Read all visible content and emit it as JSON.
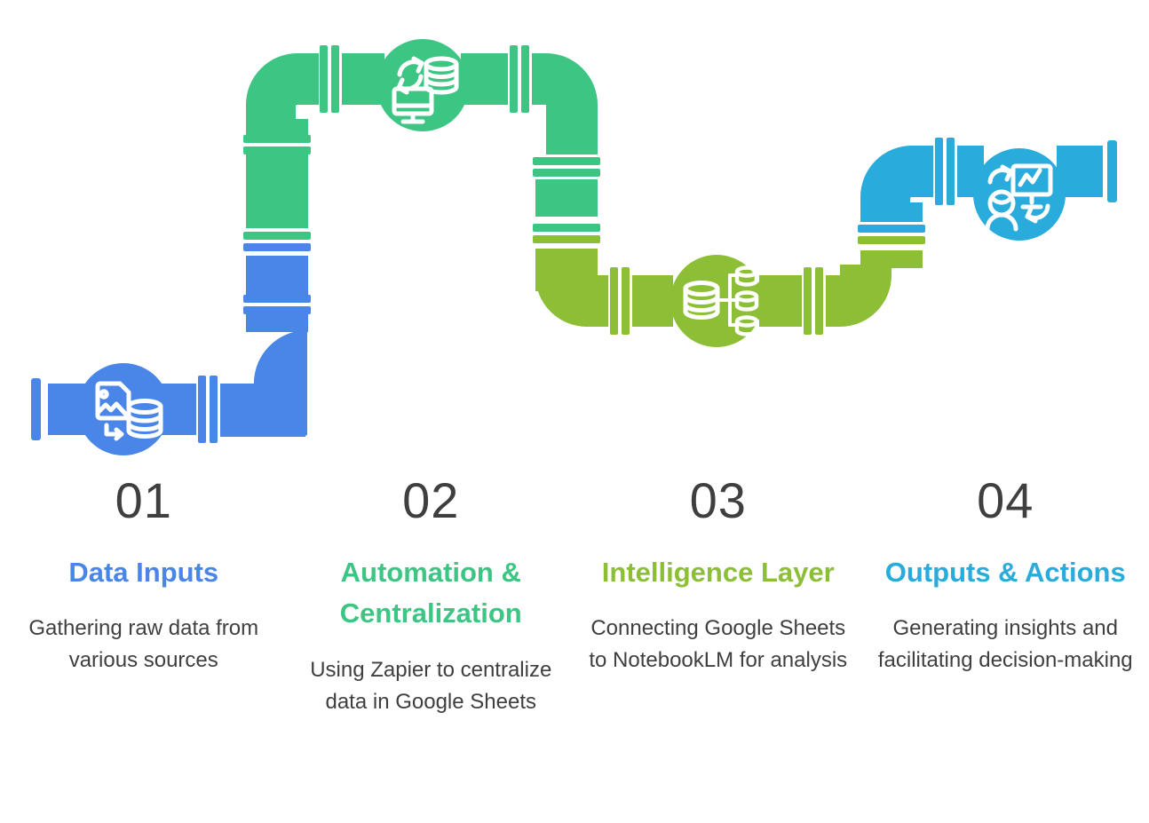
{
  "diagram": {
    "title_semantics": "four-stage data pipeline infographic",
    "background": "#ffffff",
    "colors": {
      "stage1_blue": "#4a86e8",
      "stage2_green": "#3dc584",
      "stage3_olive": "#8cbf36",
      "stage4_cyan": "#29abdc",
      "text_dark": "#3f3f3f",
      "icon_glyph": "#ffffff"
    }
  },
  "steps": [
    {
      "number": "01",
      "title": "Data Inputs",
      "description": "Gathering raw data from various sources",
      "color": "#4a86e8",
      "icon": "image-file-to-database-icon"
    },
    {
      "number": "02",
      "title": "Automation & Centralization",
      "description": "Using Zapier to centralize data in Google Sheets",
      "color": "#3dc584",
      "icon": "sync-database-monitor-icon"
    },
    {
      "number": "03",
      "title": "Intelligence Layer",
      "description": "Connecting Google Sheets to NotebookLM for analysis",
      "color": "#8cbf36",
      "icon": "database-distribution-icon"
    },
    {
      "number": "04",
      "title": "Outputs & Actions",
      "description": "Generating insights and facilitating decision-making",
      "color": "#29abdc",
      "icon": "user-analytics-presentation-icon"
    }
  ],
  "pipeline": {
    "description": "Zig-zag industrial pipe path running left to right with four circular icon nodes and flanged couplings",
    "segments": [
      {
        "name": "inlet-cap-left",
        "color": "#4a86e8"
      },
      {
        "name": "horizontal-run-stage1",
        "color": "#4a86e8"
      },
      {
        "name": "elbow-up-stage1",
        "color": "#4a86e8"
      },
      {
        "name": "vertical-riser-stage1-to-2",
        "color": "#4a86e8"
      },
      {
        "name": "vertical-riser-stage2",
        "color": "#3dc584"
      },
      {
        "name": "elbow-right-stage2",
        "color": "#3dc584"
      },
      {
        "name": "horizontal-run-stage2",
        "color": "#3dc584"
      },
      {
        "name": "elbow-down-stage2",
        "color": "#3dc584"
      },
      {
        "name": "vertical-drop-stage2-to-3",
        "color": "#3dc584"
      },
      {
        "name": "vertical-drop-stage3",
        "color": "#8cbf36"
      },
      {
        "name": "elbow-right-stage3",
        "color": "#8cbf36"
      },
      {
        "name": "horizontal-run-stage3",
        "color": "#8cbf36"
      },
      {
        "name": "elbow-up-stage3",
        "color": "#8cbf36"
      },
      {
        "name": "vertical-riser-stage3-to-4",
        "color": "#8cbf36"
      },
      {
        "name": "vertical-riser-stage4",
        "color": "#29abdc"
      },
      {
        "name": "elbow-right-stage4",
        "color": "#29abdc"
      },
      {
        "name": "horizontal-run-stage4",
        "color": "#29abdc"
      },
      {
        "name": "outlet-cap-right",
        "color": "#29abdc"
      }
    ]
  }
}
